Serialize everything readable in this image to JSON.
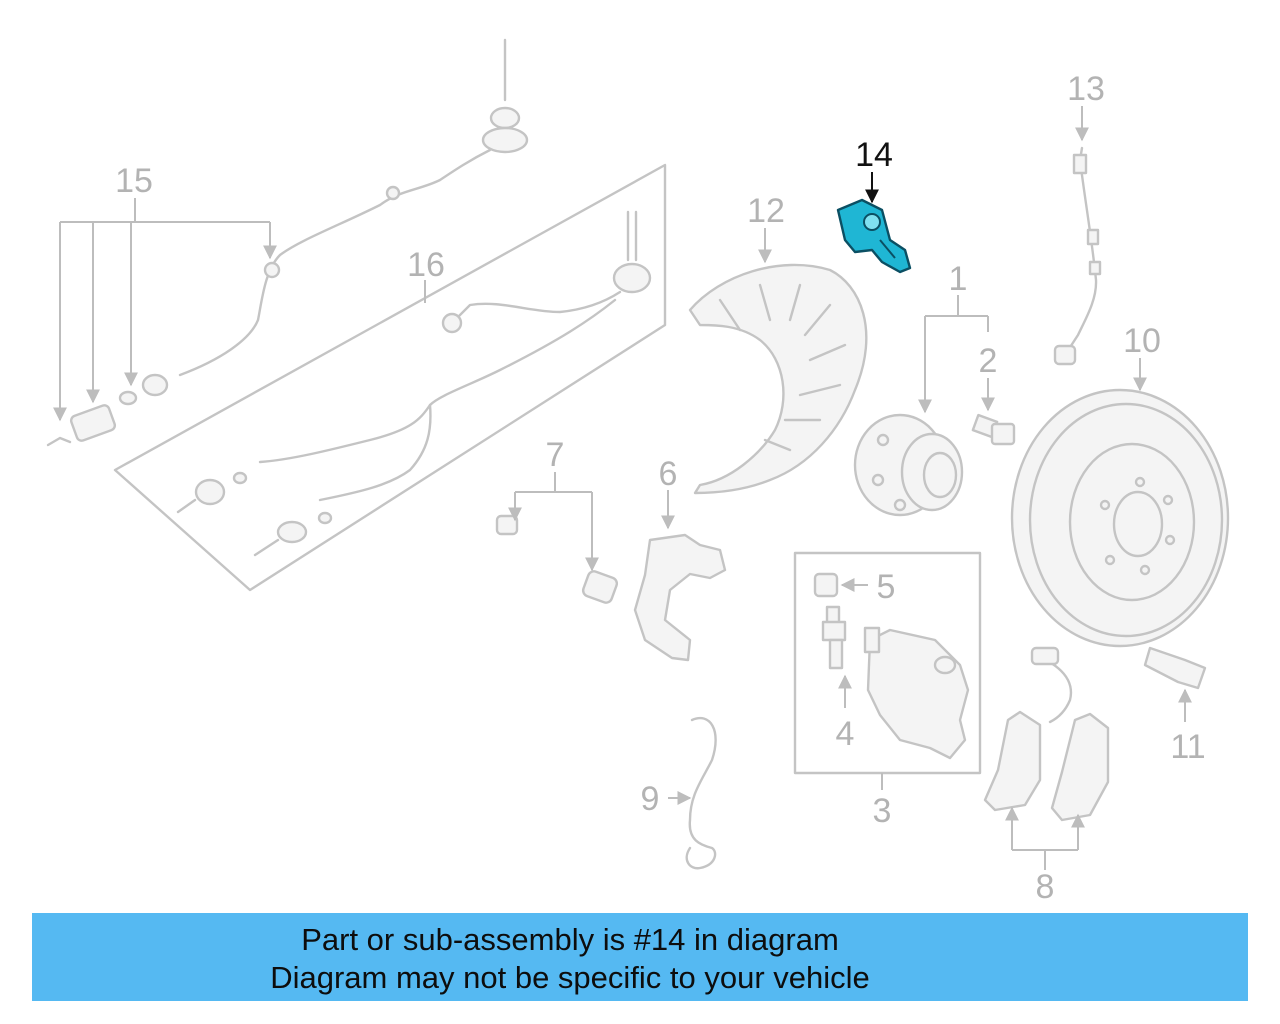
{
  "labels": {
    "p1": "1",
    "p2": "2",
    "p3": "3",
    "p4": "4",
    "p5": "5",
    "p6": "6",
    "p7": "7",
    "p8": "8",
    "p9": "9",
    "p10": "10",
    "p11": "11",
    "p12": "12",
    "p13": "13",
    "p14": "14",
    "p15": "15",
    "p16": "16"
  },
  "highlight": {
    "part": "14",
    "color": "#1fb6d4"
  },
  "banner": {
    "line1": "Part or sub-assembly is #14 in diagram",
    "line2": "Diagram may not be specific to your vehicle",
    "color": "#55b9f2"
  }
}
